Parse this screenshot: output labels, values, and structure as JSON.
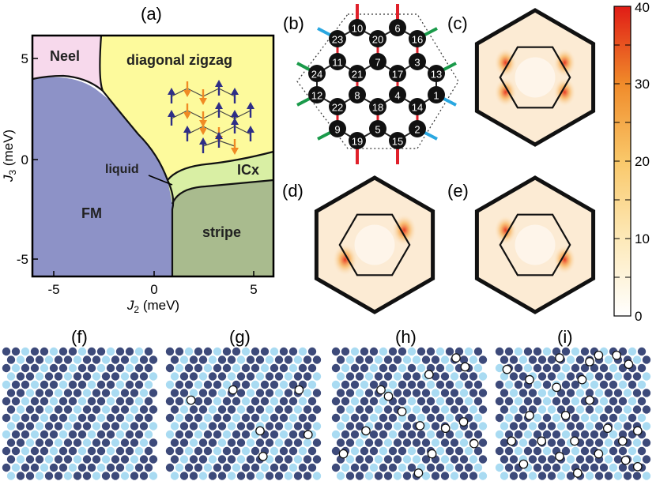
{
  "panel_labels": {
    "a": "(a)",
    "b": "(b)",
    "c": "(c)",
    "d": "(d)",
    "e": "(e)",
    "f": "(f)",
    "g": "(g)",
    "h": "(h)",
    "i": "(i)"
  },
  "phase_diagram": {
    "x_axis": {
      "symbol": "J",
      "subscript": "2",
      "unit": " (meV)",
      "ticks": [
        "-5",
        "0",
        "5"
      ]
    },
    "y_axis": {
      "symbol": "J",
      "subscript": "3",
      "unit": " (meV)",
      "ticks": [
        "5",
        "0",
        "-5"
      ]
    },
    "regions": {
      "neel": "Neel",
      "diagonal_zigzag": "diagonal zigzag",
      "liquid": "liquid",
      "icx": "ICx",
      "fm": "FM",
      "stripe": "stripe"
    },
    "colors": {
      "neel": "#f7d9ec",
      "diagonal_zigzag": "#fdfa9c",
      "icx": "#d9efa4",
      "fm": "#8d92c7",
      "stripe": "#a9bb8e",
      "spin_up": "#2e2e86",
      "spin_down": "#f08a24"
    }
  },
  "cluster": {
    "site_labels": [
      "10",
      "6",
      "23",
      "20",
      "16",
      "11",
      "7",
      "3",
      "24",
      "21",
      "17",
      "13",
      "12",
      "8",
      "4",
      "1",
      "22",
      "18",
      "14",
      "9",
      "5",
      "2",
      "19",
      "15"
    ],
    "bond_colors": {
      "red": "#e0202a",
      "blue": "#2aa7e0",
      "green": "#1a9a4a"
    }
  },
  "colorbar": {
    "ticks": [
      "40",
      "30",
      "20",
      "10",
      "0"
    ],
    "max": 40,
    "min": 0
  },
  "lattice_colors": {
    "dark": "#3d4a7a",
    "light": "#a9dbf2",
    "vacancy": "#ffffff"
  }
}
